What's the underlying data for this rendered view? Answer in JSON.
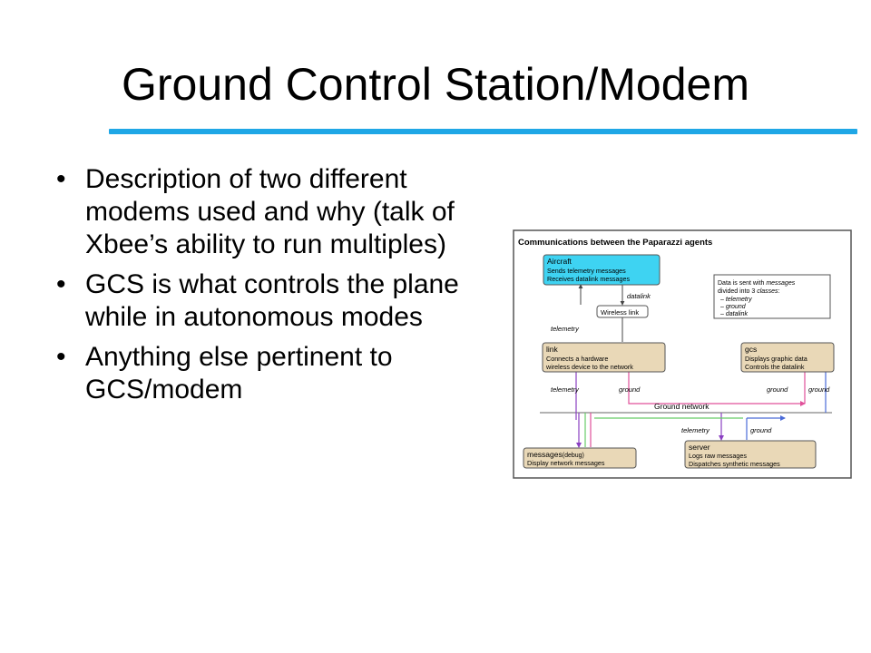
{
  "slide": {
    "title": "Ground Control Station/Modem",
    "accent_color": "#1fa7e6",
    "bullets": [
      {
        "text": "Description of two different modems used and why (talk of Xbee’s ability to run multiples)"
      },
      {
        "text": "GCS is what controls the plane while in autonomous modes"
      },
      {
        "text": "Anything else pertinent to GCS/modem"
      }
    ],
    "bullet_glyph": "•"
  },
  "diagram": {
    "title": "Communications between the Paparazzi agents",
    "aircraft": {
      "title": "Aircraft",
      "lines": [
        "Sends telemetry messages",
        "Receives datalink messages"
      ]
    },
    "wireless_link": "Wireless link",
    "note": {
      "line1_a": "Data is sent with",
      "line1_b": "messages",
      "line2_a": "divided into 3",
      "line2_b": "classes",
      "items": [
        "– telemetry",
        "– ground",
        "– datalink"
      ]
    },
    "link": {
      "title": "link",
      "lines": [
        "Connects a hardware",
        "wireless device to the network"
      ]
    },
    "gcs": {
      "title": "gcs",
      "lines": [
        "Displays graphic data",
        "Controls the datalink"
      ]
    },
    "messages": {
      "title": "messages",
      "suffix": "(debug)",
      "lines": [
        "Display network messages"
      ]
    },
    "server": {
      "title": "server",
      "lines": [
        "Logs raw messages",
        "Dispatches synthetic messages"
      ]
    },
    "labels": {
      "datalink": "datalink",
      "telemetry_top": "telemetry",
      "telemetry_link": "telemetry",
      "ground_link": "ground",
      "ground_network": "Ground network",
      "ground_gcs_1": "ground",
      "ground_gcs_2": "ground",
      "telemetry_server": "telemetry",
      "ground_server": "ground"
    },
    "colors": {
      "aircraft_fill": "#3ed3f2",
      "box_fill": "#e9d8b7",
      "telemetry_color": "#8a3fc2",
      "ground_color": "#e0509a",
      "datalink_color": "#4a6ad8",
      "network_color": "#66cc66"
    }
  }
}
